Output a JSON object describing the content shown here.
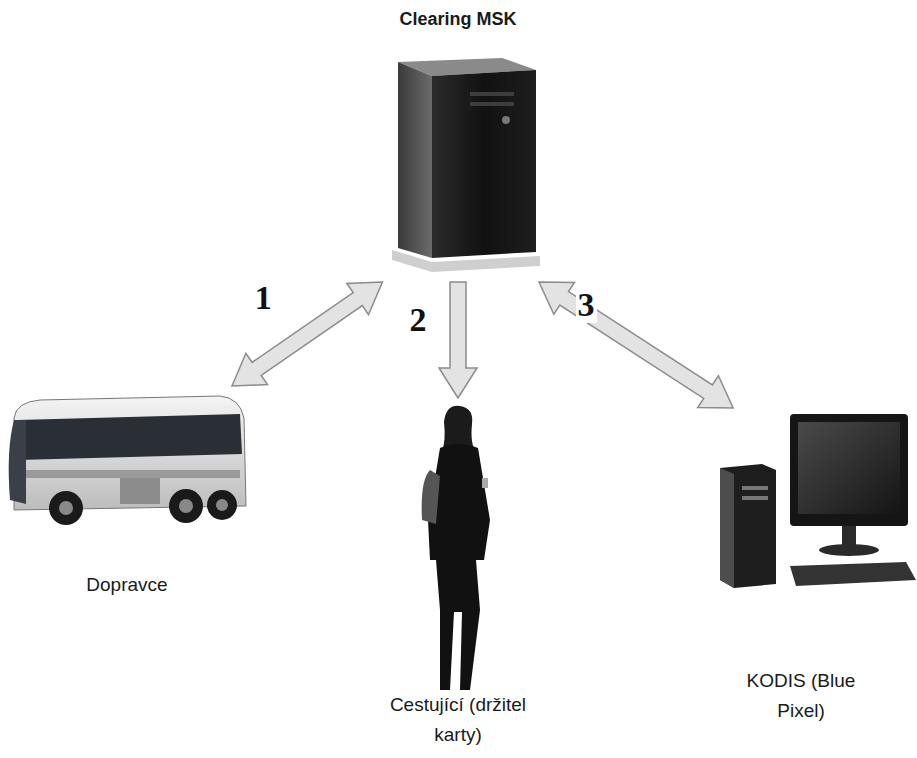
{
  "diagram": {
    "nodes": [
      {
        "text": [
          "Clearing MSK"
        ]
      },
      {
        "text": [
          "Dopravce"
        ]
      },
      {
        "text": [
          "Cestující (držitel karty)"
        ]
      },
      {
        "text": [
          "KODIS (Blue Pixel)"
        ]
      }
    ],
    "edges": [
      {
        "from": 0,
        "to": 1,
        "label": "1",
        "arrow": "both"
      },
      {
        "from": 0,
        "to": 2,
        "label": "2",
        "arrow": "to"
      },
      {
        "from": 0,
        "to": 3,
        "label": "3",
        "arrow": "both"
      }
    ]
  }
}
